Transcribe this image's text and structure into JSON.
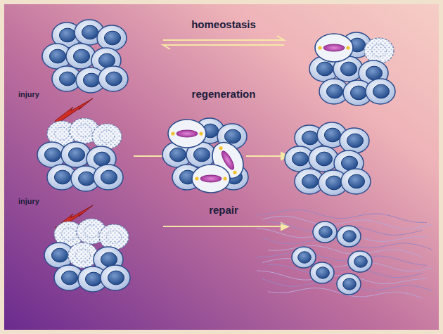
{
  "diagram": {
    "labels": [
      "homeostasis",
      "injury",
      "regeneration",
      "injury",
      "repair"
    ]
  }
}
